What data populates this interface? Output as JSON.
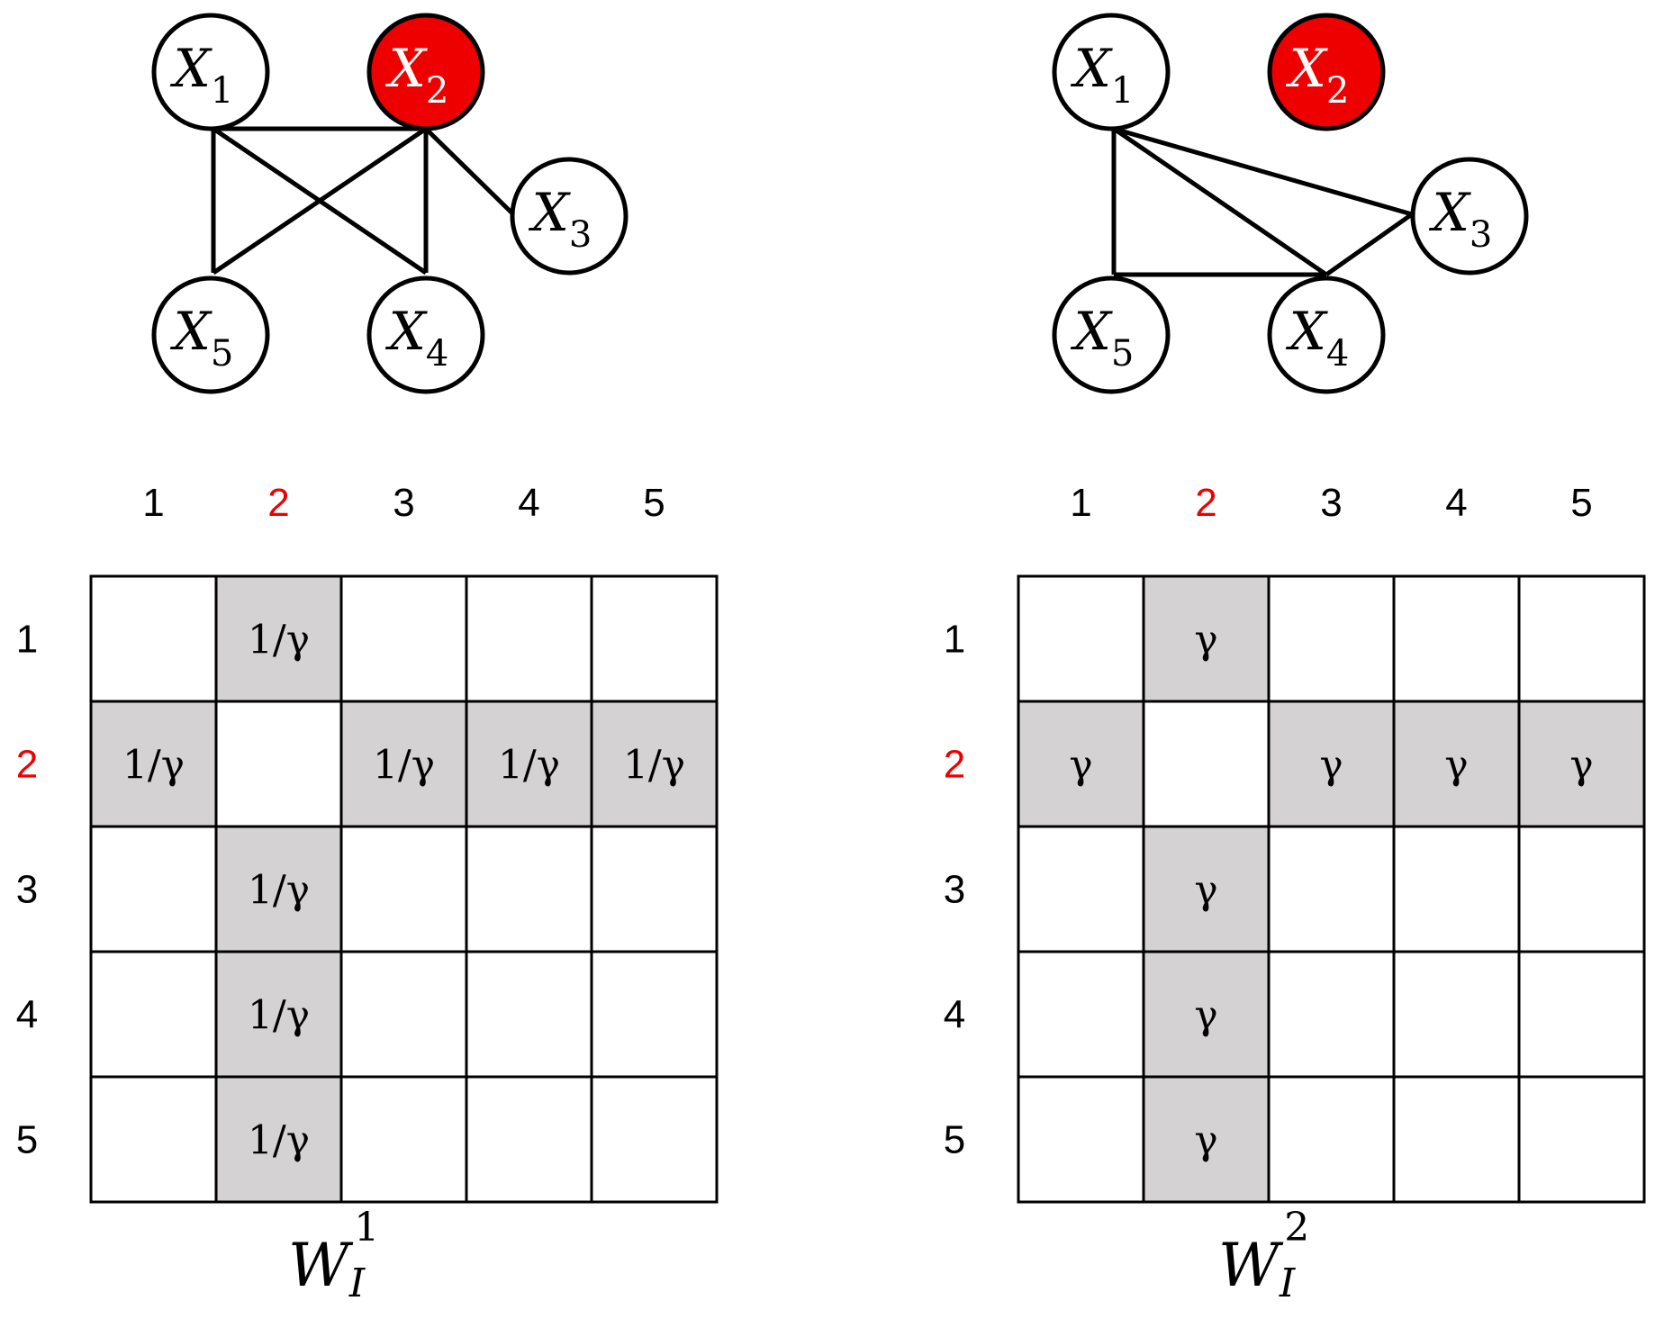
{
  "colors": {
    "highlight": "#ee0000",
    "shade": "#d4d2d2",
    "line": "#000000"
  },
  "panels": [
    {
      "id": "left",
      "graph": {
        "nodes": [
          {
            "id": 1,
            "symbol": "X",
            "sub": "1"
          },
          {
            "id": 2,
            "symbol": "X",
            "sub": "2",
            "highlight": true
          },
          {
            "id": 3,
            "symbol": "X",
            "sub": "3"
          },
          {
            "id": 4,
            "symbol": "X",
            "sub": "4"
          },
          {
            "id": 5,
            "symbol": "X",
            "sub": "5"
          }
        ],
        "edges": [
          [
            1,
            2
          ],
          [
            1,
            5
          ],
          [
            1,
            4
          ],
          [
            2,
            5
          ],
          [
            2,
            4
          ],
          [
            2,
            3
          ]
        ]
      },
      "matrix": {
        "col_labels": [
          "1",
          "2",
          "3",
          "4",
          "5"
        ],
        "row_labels": [
          "1",
          "2",
          "3",
          "4",
          "5"
        ],
        "highlight_index": 2,
        "cell_text": "1/γ",
        "caption": {
          "main": "W",
          "sub": "I",
          "sup": "1"
        }
      }
    },
    {
      "id": "right",
      "graph": {
        "nodes": [
          {
            "id": 1,
            "symbol": "X",
            "sub": "1"
          },
          {
            "id": 2,
            "symbol": "X",
            "sub": "2",
            "highlight": true
          },
          {
            "id": 3,
            "symbol": "X",
            "sub": "3"
          },
          {
            "id": 4,
            "symbol": "X",
            "sub": "4"
          },
          {
            "id": 5,
            "symbol": "X",
            "sub": "5"
          }
        ],
        "edges": [
          [
            1,
            3
          ],
          [
            1,
            4
          ],
          [
            1,
            5
          ],
          [
            5,
            4
          ],
          [
            4,
            3
          ]
        ]
      },
      "matrix": {
        "col_labels": [
          "1",
          "2",
          "3",
          "4",
          "5"
        ],
        "row_labels": [
          "1",
          "2",
          "3",
          "4",
          "5"
        ],
        "highlight_index": 2,
        "cell_text": "γ",
        "caption": {
          "main": "W",
          "sub": "I",
          "sup": "2"
        }
      }
    }
  ]
}
